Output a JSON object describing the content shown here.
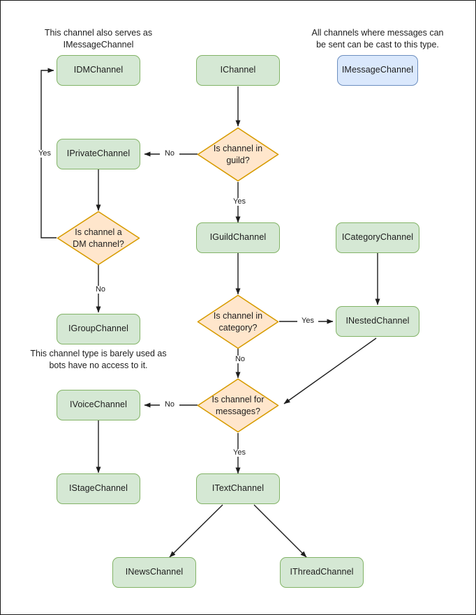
{
  "diagram": {
    "title": "Discord channel interface hierarchy flowchart",
    "colors": {
      "node_green_fill": "#d5e8d4",
      "node_green_stroke": "#82b366",
      "node_blue_fill": "#dae8fc",
      "node_blue_stroke": "#6c8ebf",
      "decision_fill": "#ffe6cc",
      "decision_stroke": "#d79b00",
      "edge_stroke": "#1d1d1d",
      "page_border": "#1a1a1a",
      "background": "#ffffff"
    },
    "annotations": [
      {
        "id": "note-dm",
        "text": "This channel also serves as\nIMessageChannel"
      },
      {
        "id": "note-message",
        "text": "All channels where messages can\nbe sent can be cast to this type."
      },
      {
        "id": "note-group",
        "text": "This channel type is barely used as\nbots have no access to it."
      }
    ],
    "nodes": [
      {
        "id": "idmchannel",
        "label": "IDMChannel",
        "shape": "rounded-rect",
        "style": "green"
      },
      {
        "id": "ichannel",
        "label": "IChannel",
        "shape": "rounded-rect",
        "style": "green"
      },
      {
        "id": "imessagechannel",
        "label": "IMessageChannel",
        "shape": "rounded-rect",
        "style": "blue"
      },
      {
        "id": "iprivatechannel",
        "label": "IPrivateChannel",
        "shape": "rounded-rect",
        "style": "green"
      },
      {
        "id": "is-channel-in-guild",
        "label": "Is channel in\nguild?",
        "shape": "diamond",
        "style": "decision"
      },
      {
        "id": "is-channel-dm",
        "label": "Is channel a\nDM channel?",
        "shape": "diamond",
        "style": "decision"
      },
      {
        "id": "iguildchannel",
        "label": "IGuildChannel",
        "shape": "rounded-rect",
        "style": "green"
      },
      {
        "id": "icategorychannel",
        "label": "ICategoryChannel",
        "shape": "rounded-rect",
        "style": "green"
      },
      {
        "id": "igroupchannel",
        "label": "IGroupChannel",
        "shape": "rounded-rect",
        "style": "green"
      },
      {
        "id": "is-channel-in-category",
        "label": "Is channel in\ncategory?",
        "shape": "diamond",
        "style": "decision"
      },
      {
        "id": "inestedchannel",
        "label": "INestedChannel",
        "shape": "rounded-rect",
        "style": "green"
      },
      {
        "id": "ivoicechannel",
        "label": "IVoiceChannel",
        "shape": "rounded-rect",
        "style": "green"
      },
      {
        "id": "is-channel-for-messages",
        "label": "Is channel for\nmessages?",
        "shape": "diamond",
        "style": "decision"
      },
      {
        "id": "istagechannel",
        "label": "IStageChannel",
        "shape": "rounded-rect",
        "style": "green"
      },
      {
        "id": "itextchannel",
        "label": "ITextChannel",
        "shape": "rounded-rect",
        "style": "green"
      },
      {
        "id": "inewschannel",
        "label": "INewsChannel",
        "shape": "rounded-rect",
        "style": "green"
      },
      {
        "id": "ithreadchannel",
        "label": "IThreadChannel",
        "shape": "rounded-rect",
        "style": "green"
      }
    ],
    "edges": [
      {
        "from": "ichannel",
        "to": "is-channel-in-guild",
        "label": ""
      },
      {
        "from": "is-channel-in-guild",
        "to": "iprivatechannel",
        "label": "No"
      },
      {
        "from": "is-channel-in-guild",
        "to": "iguildchannel",
        "label": "Yes"
      },
      {
        "from": "iprivatechannel",
        "to": "is-channel-dm",
        "label": ""
      },
      {
        "from": "is-channel-dm",
        "to": "idmchannel",
        "label": "Yes"
      },
      {
        "from": "is-channel-dm",
        "to": "igroupchannel",
        "label": "No"
      },
      {
        "from": "iguildchannel",
        "to": "is-channel-in-category",
        "label": ""
      },
      {
        "from": "is-channel-in-category",
        "to": "inestedchannel",
        "label": "Yes"
      },
      {
        "from": "is-channel-in-category",
        "to": "is-channel-for-messages",
        "label": "No"
      },
      {
        "from": "icategorychannel",
        "to": "inestedchannel",
        "label": ""
      },
      {
        "from": "inestedchannel",
        "to": "is-channel-for-messages",
        "label": ""
      },
      {
        "from": "is-channel-for-messages",
        "to": "ivoicechannel",
        "label": "No"
      },
      {
        "from": "is-channel-for-messages",
        "to": "itextchannel",
        "label": "Yes"
      },
      {
        "from": "ivoicechannel",
        "to": "istagechannel",
        "label": ""
      },
      {
        "from": "itextchannel",
        "to": "inewschannel",
        "label": ""
      },
      {
        "from": "itextchannel",
        "to": "ithreadchannel",
        "label": ""
      }
    ],
    "edge_labels": [
      {
        "id": "label-yes-dm",
        "text": "Yes"
      },
      {
        "id": "label-no-guild",
        "text": "No"
      },
      {
        "id": "label-yes-guild",
        "text": "Yes"
      },
      {
        "id": "label-no-dm",
        "text": "No"
      },
      {
        "id": "label-yes-category",
        "text": "Yes"
      },
      {
        "id": "label-no-category",
        "text": "No"
      },
      {
        "id": "label-no-messages",
        "text": "No"
      },
      {
        "id": "label-yes-messages",
        "text": "Yes"
      }
    ]
  }
}
